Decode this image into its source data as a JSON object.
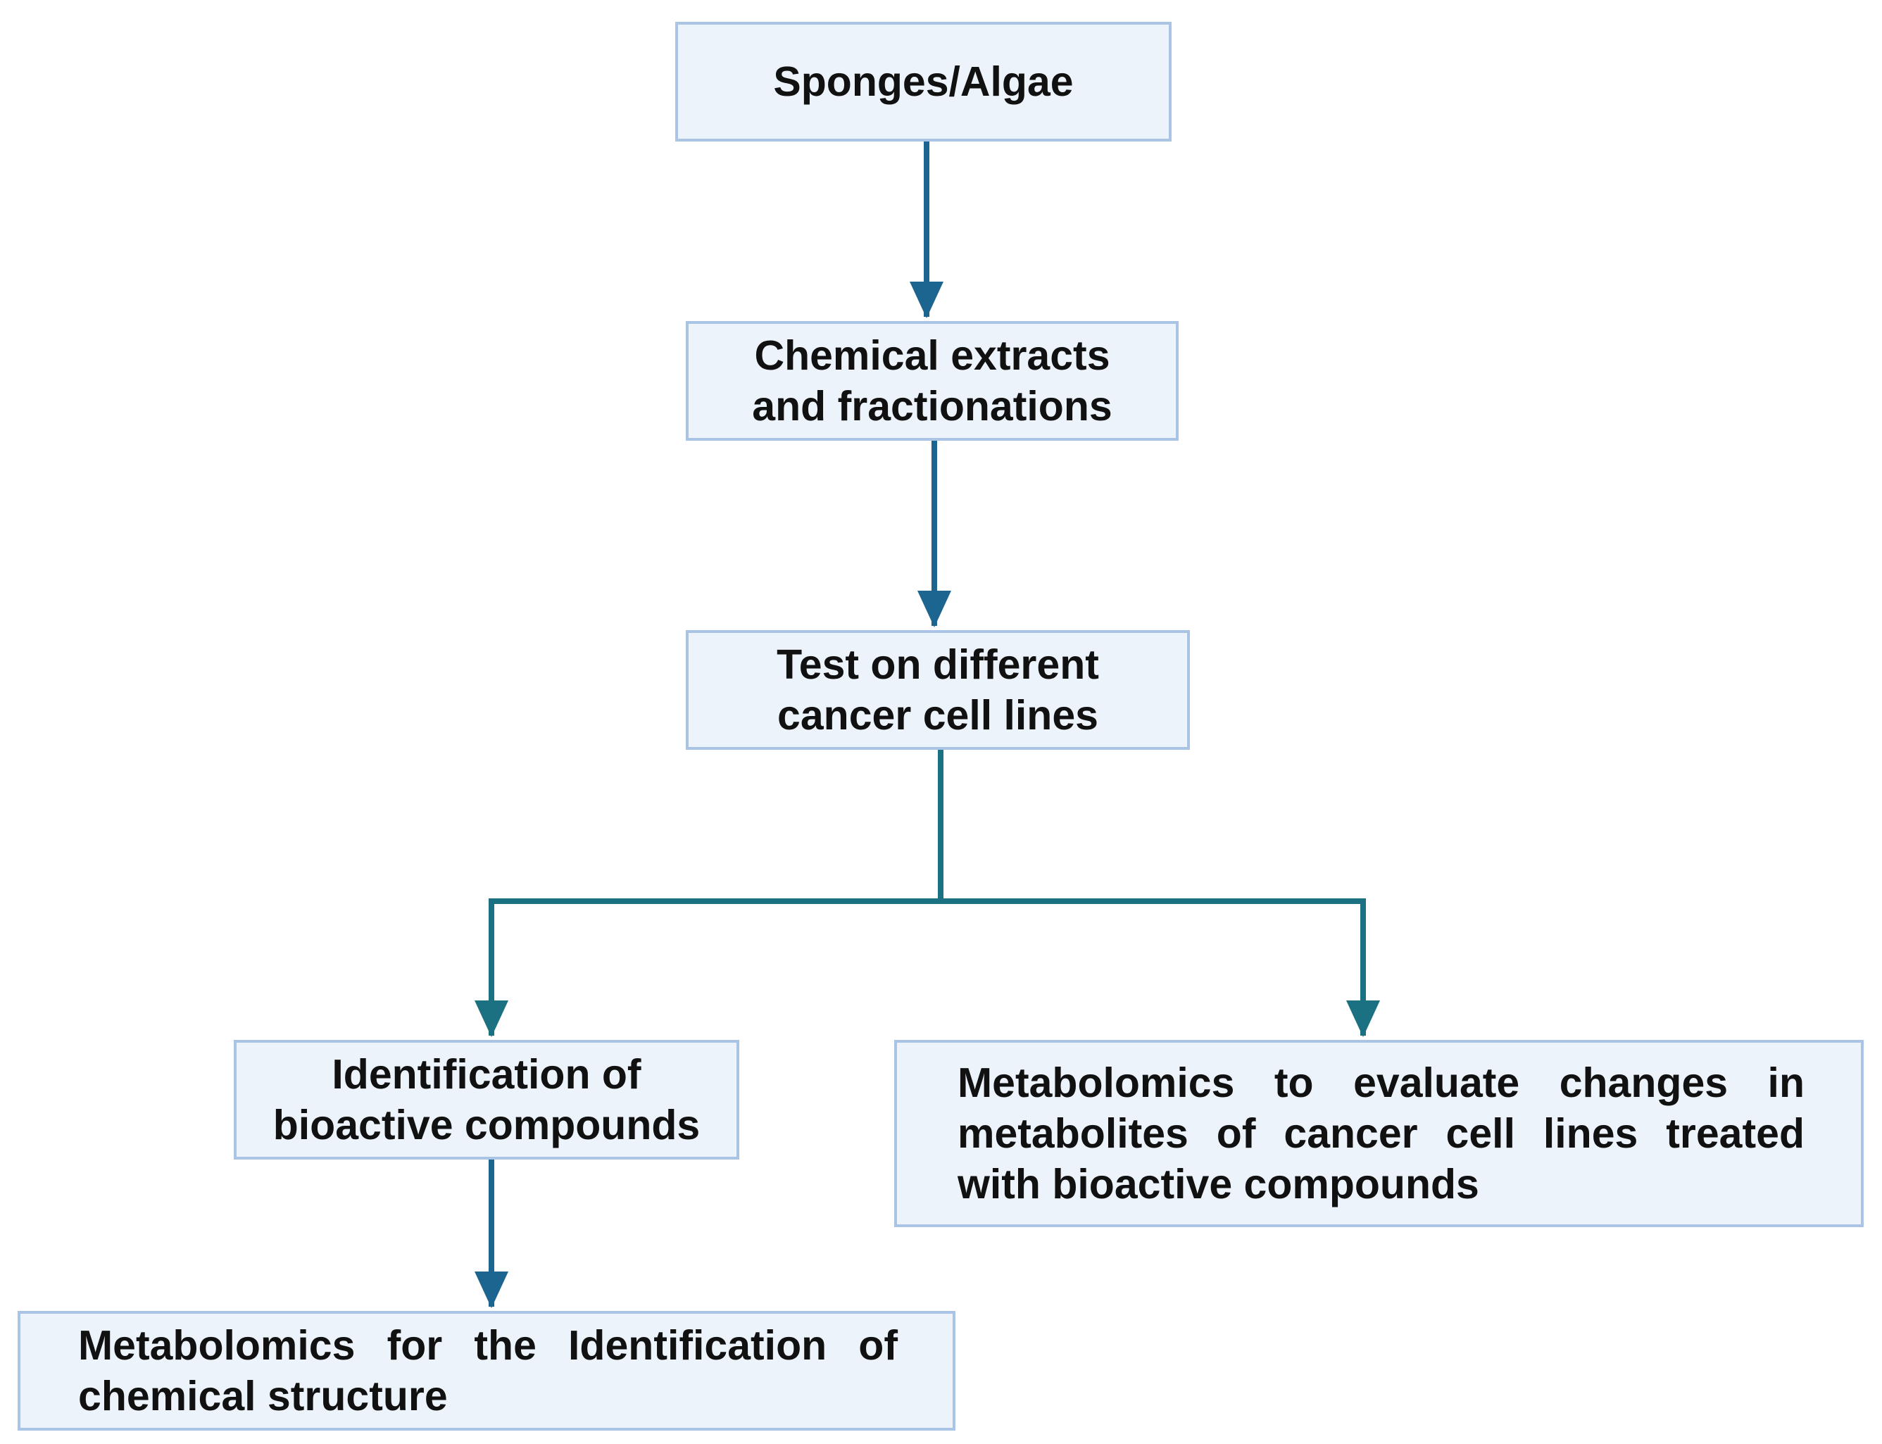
{
  "diagram": {
    "colors": {
      "box_fill": "#ecf3fb",
      "box_border": "#a9c4e4",
      "arrow_blue": "#1c6590",
      "arrow_teal": "#1b7081"
    },
    "nodes": {
      "sponges": "Sponges/Algae",
      "extracts_line1": "Chemical extracts",
      "extracts_line2": "and fractionations",
      "test_line1": "Test on different",
      "test_line2": "cancer cell lines",
      "ident_line1": "Identification of",
      "ident_line2": "bioactive compounds",
      "metab_eval": "Metabolomics to evaluate changes in metabolites of cancer cell lines treated with bioactive compounds",
      "metab_struct": "Metabolomics for the Identification of chemical structure"
    }
  }
}
